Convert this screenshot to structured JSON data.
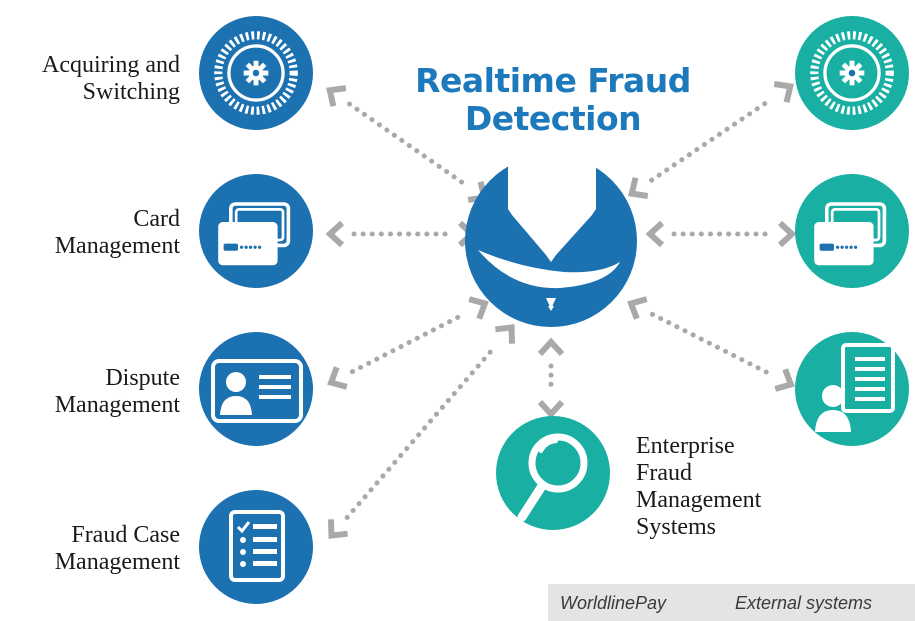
{
  "title": {
    "line1": "Realtime Fraud",
    "line2": "Detection"
  },
  "left_nodes": [
    {
      "lines": [
        "Acquiring and",
        "Switching"
      ],
      "icon": "gear-icon"
    },
    {
      "lines": [
        "Card",
        "Management"
      ],
      "icon": "card-icon"
    },
    {
      "lines": [
        "Dispute",
        "Management"
      ],
      "icon": "id-card-icon"
    },
    {
      "lines": [
        "Fraud Case",
        "Management"
      ],
      "icon": "checklist-icon"
    }
  ],
  "right_nodes": [
    {
      "icon": "gear-icon"
    },
    {
      "icon": "card-icon"
    },
    {
      "icon": "profile-document-icon"
    }
  ],
  "center_node": {
    "icon": "hat-icon"
  },
  "bottom_node": {
    "lines": [
      "Enterprise",
      "Fraud",
      "Management",
      "Systems"
    ],
    "icon": "magnifier-icon"
  },
  "legend": {
    "worldline": "WorldlinePay",
    "external": "External systems"
  },
  "colors": {
    "worldline_blue": "#1c71b0",
    "external_teal": "#19b0a3",
    "arrow_gray": "#a9a9a9",
    "title_blue": "#1c79bb",
    "legend_bg": "#e4e4e4"
  }
}
